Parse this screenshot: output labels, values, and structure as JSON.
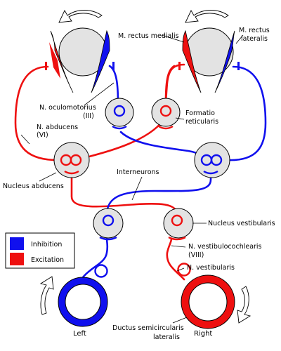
{
  "colors": {
    "inhibition": "#1010ee",
    "excitation": "#ee1010",
    "nucleus_fill": "#e3e3e3",
    "outline": "#000000"
  },
  "labels": {
    "m_rectus_medialis": "M. rectus medialis",
    "m_rectus_lateralis_1": "M. rectus",
    "m_rectus_lateralis_2": "lateralis",
    "n_oculomotorius_1": "N. oculomotorius",
    "n_oculomotorius_2": "(III)",
    "formatio_1": "Formatio",
    "formatio_2": "reticularis",
    "n_abducens_1": "N. abducens",
    "n_abducens_2": "(VI)",
    "interneurons": "Interneurons",
    "nucleus_abducens": "Nucleus abducens",
    "nucleus_vestibularis": "Nucleus vestibularis",
    "n_vestibulocochlearis_1": "N. vestibulocochlearis",
    "n_vestibulocochlearis_2": "(VIII)",
    "n_vestibularis": "N. vestibularis",
    "ductus_1": "Ductus semicircularis",
    "ductus_2": "lateralis",
    "left": "Left",
    "right": "Right"
  },
  "legend": {
    "inhibition": "Inhibition",
    "excitation": "Excitation"
  }
}
